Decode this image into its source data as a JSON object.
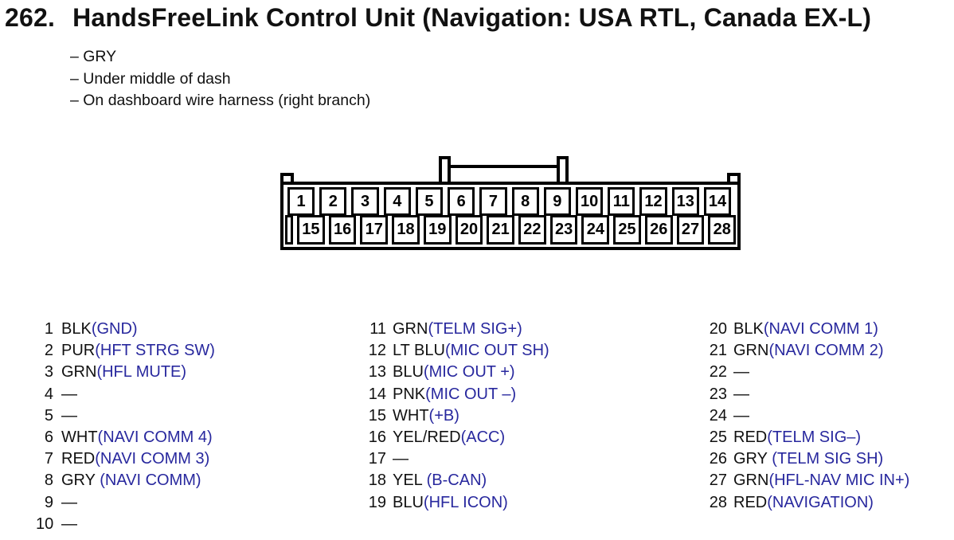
{
  "title": {
    "number": "262.",
    "text": "HandsFreeLink Control Unit (Navigation: USA RTL, Canada EX-L)"
  },
  "notes": [
    "– GRY",
    "– Under middle of dash",
    "– On dashboard wire harness (right branch)"
  ],
  "connector": {
    "description": "28-pin connector, two rows",
    "top_row_pins": [
      "1",
      "2",
      "3",
      "4",
      "5",
      "6",
      "7",
      "8",
      "9",
      "10",
      "11",
      "12",
      "13",
      "14"
    ],
    "bottom_row_pins": [
      "15",
      "16",
      "17",
      "18",
      "19",
      "20",
      "21",
      "22",
      "23",
      "24",
      "25",
      "26",
      "27",
      "28"
    ]
  },
  "colors": {
    "signal_blue": "#28289e",
    "ink_black": "#111111"
  },
  "legend_columns": [
    {
      "rows": [
        {
          "pin": "1",
          "color": "BLK",
          "signal": "(GND)"
        },
        {
          "pin": "2",
          "color": "PUR",
          "signal": "(HFT STRG SW)"
        },
        {
          "pin": "3",
          "color": "GRN",
          "signal": "(HFL MUTE)"
        },
        {
          "pin": "4",
          "color": "—",
          "signal": ""
        },
        {
          "pin": "5",
          "color": "—",
          "signal": ""
        },
        {
          "pin": "6",
          "color": "WHT",
          "signal": "(NAVI COMM 4)"
        },
        {
          "pin": "7",
          "color": "RED",
          "signal": "(NAVI COMM 3)"
        },
        {
          "pin": "8",
          "color": "GRY ",
          "signal": "(NAVI COMM)"
        },
        {
          "pin": "9",
          "color": "—",
          "signal": ""
        },
        {
          "pin": "10",
          "color": "—",
          "signal": ""
        }
      ]
    },
    {
      "rows": [
        {
          "pin": "11",
          "color": "GRN",
          "signal": "(TELM SIG+)"
        },
        {
          "pin": "12",
          "color": "LT BLU",
          "signal": "(MIC OUT SH)"
        },
        {
          "pin": "13",
          "color": "BLU",
          "signal": "(MIC OUT +)"
        },
        {
          "pin": "14",
          "color": "PNK",
          "signal": "(MIC OUT –)"
        },
        {
          "pin": "15",
          "color": "WHT",
          "signal": "(+B)"
        },
        {
          "pin": "16",
          "color": "YEL/RED",
          "signal": "(ACC)"
        },
        {
          "pin": "17",
          "color": "—",
          "signal": ""
        },
        {
          "pin": "18",
          "color": "YEL ",
          "signal": "(B-CAN)"
        },
        {
          "pin": "19",
          "color": "BLU",
          "signal": "(HFL ICON)"
        }
      ]
    },
    {
      "rows": [
        {
          "pin": "20",
          "color": "BLK",
          "signal": "(NAVI COMM 1)"
        },
        {
          "pin": "21",
          "color": "GRN",
          "signal": "(NAVI COMM 2)"
        },
        {
          "pin": "22",
          "color": "—",
          "signal": ""
        },
        {
          "pin": "23",
          "color": "—",
          "signal": ""
        },
        {
          "pin": "24",
          "color": "—",
          "signal": ""
        },
        {
          "pin": "25",
          "color": "RED",
          "signal": "(TELM SIG–)"
        },
        {
          "pin": "26",
          "color": "GRY ",
          "signal": "(TELM SIG SH)"
        },
        {
          "pin": "27",
          "color": "GRN",
          "signal": "(HFL-NAV MIC IN+)"
        },
        {
          "pin": "28",
          "color": "RED",
          "signal": "(NAVIGATION)"
        }
      ]
    }
  ]
}
